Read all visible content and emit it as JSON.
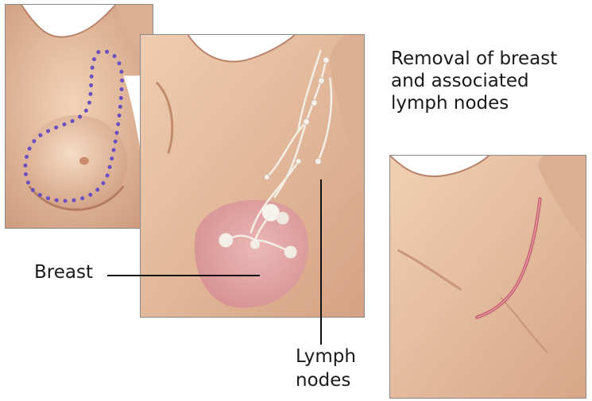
{
  "caption": {
    "line1": "Removal of breast",
    "line2": "and associated",
    "line3": "lymph nodes"
  },
  "labels": {
    "breast": "Breast",
    "lymph_line1": "Lymph",
    "lymph_line2": "nodes"
  },
  "colors": {
    "skin": "#e8c2a4",
    "skin_shadow": "#c9967a",
    "breast_tissue": "#e3a3a6",
    "incision_dots": "#6a4fc2",
    "scar": "#c0546a",
    "lymph_vessels": "#f4efe6"
  }
}
